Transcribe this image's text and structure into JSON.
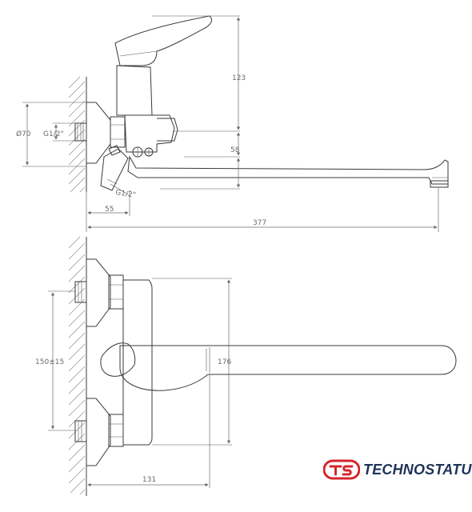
{
  "side_view": {
    "dimensions": {
      "height": "123",
      "spout_height": "58",
      "wall_offset": "55",
      "spout_length": "377",
      "flange_diameter": "Ø70",
      "thread_inlet": "G1/2\"",
      "thread_outlet": "G1/2\""
    }
  },
  "front_view": {
    "dimensions": {
      "inlet_spacing": "150±15",
      "body_height": "176",
      "depth": "131"
    }
  },
  "brand": {
    "name": "TECHNOSTATUS",
    "color": "#1e3357",
    "accent_color": "#d6262b",
    "logo_icon": "technostatus-ts-logo-icon"
  }
}
